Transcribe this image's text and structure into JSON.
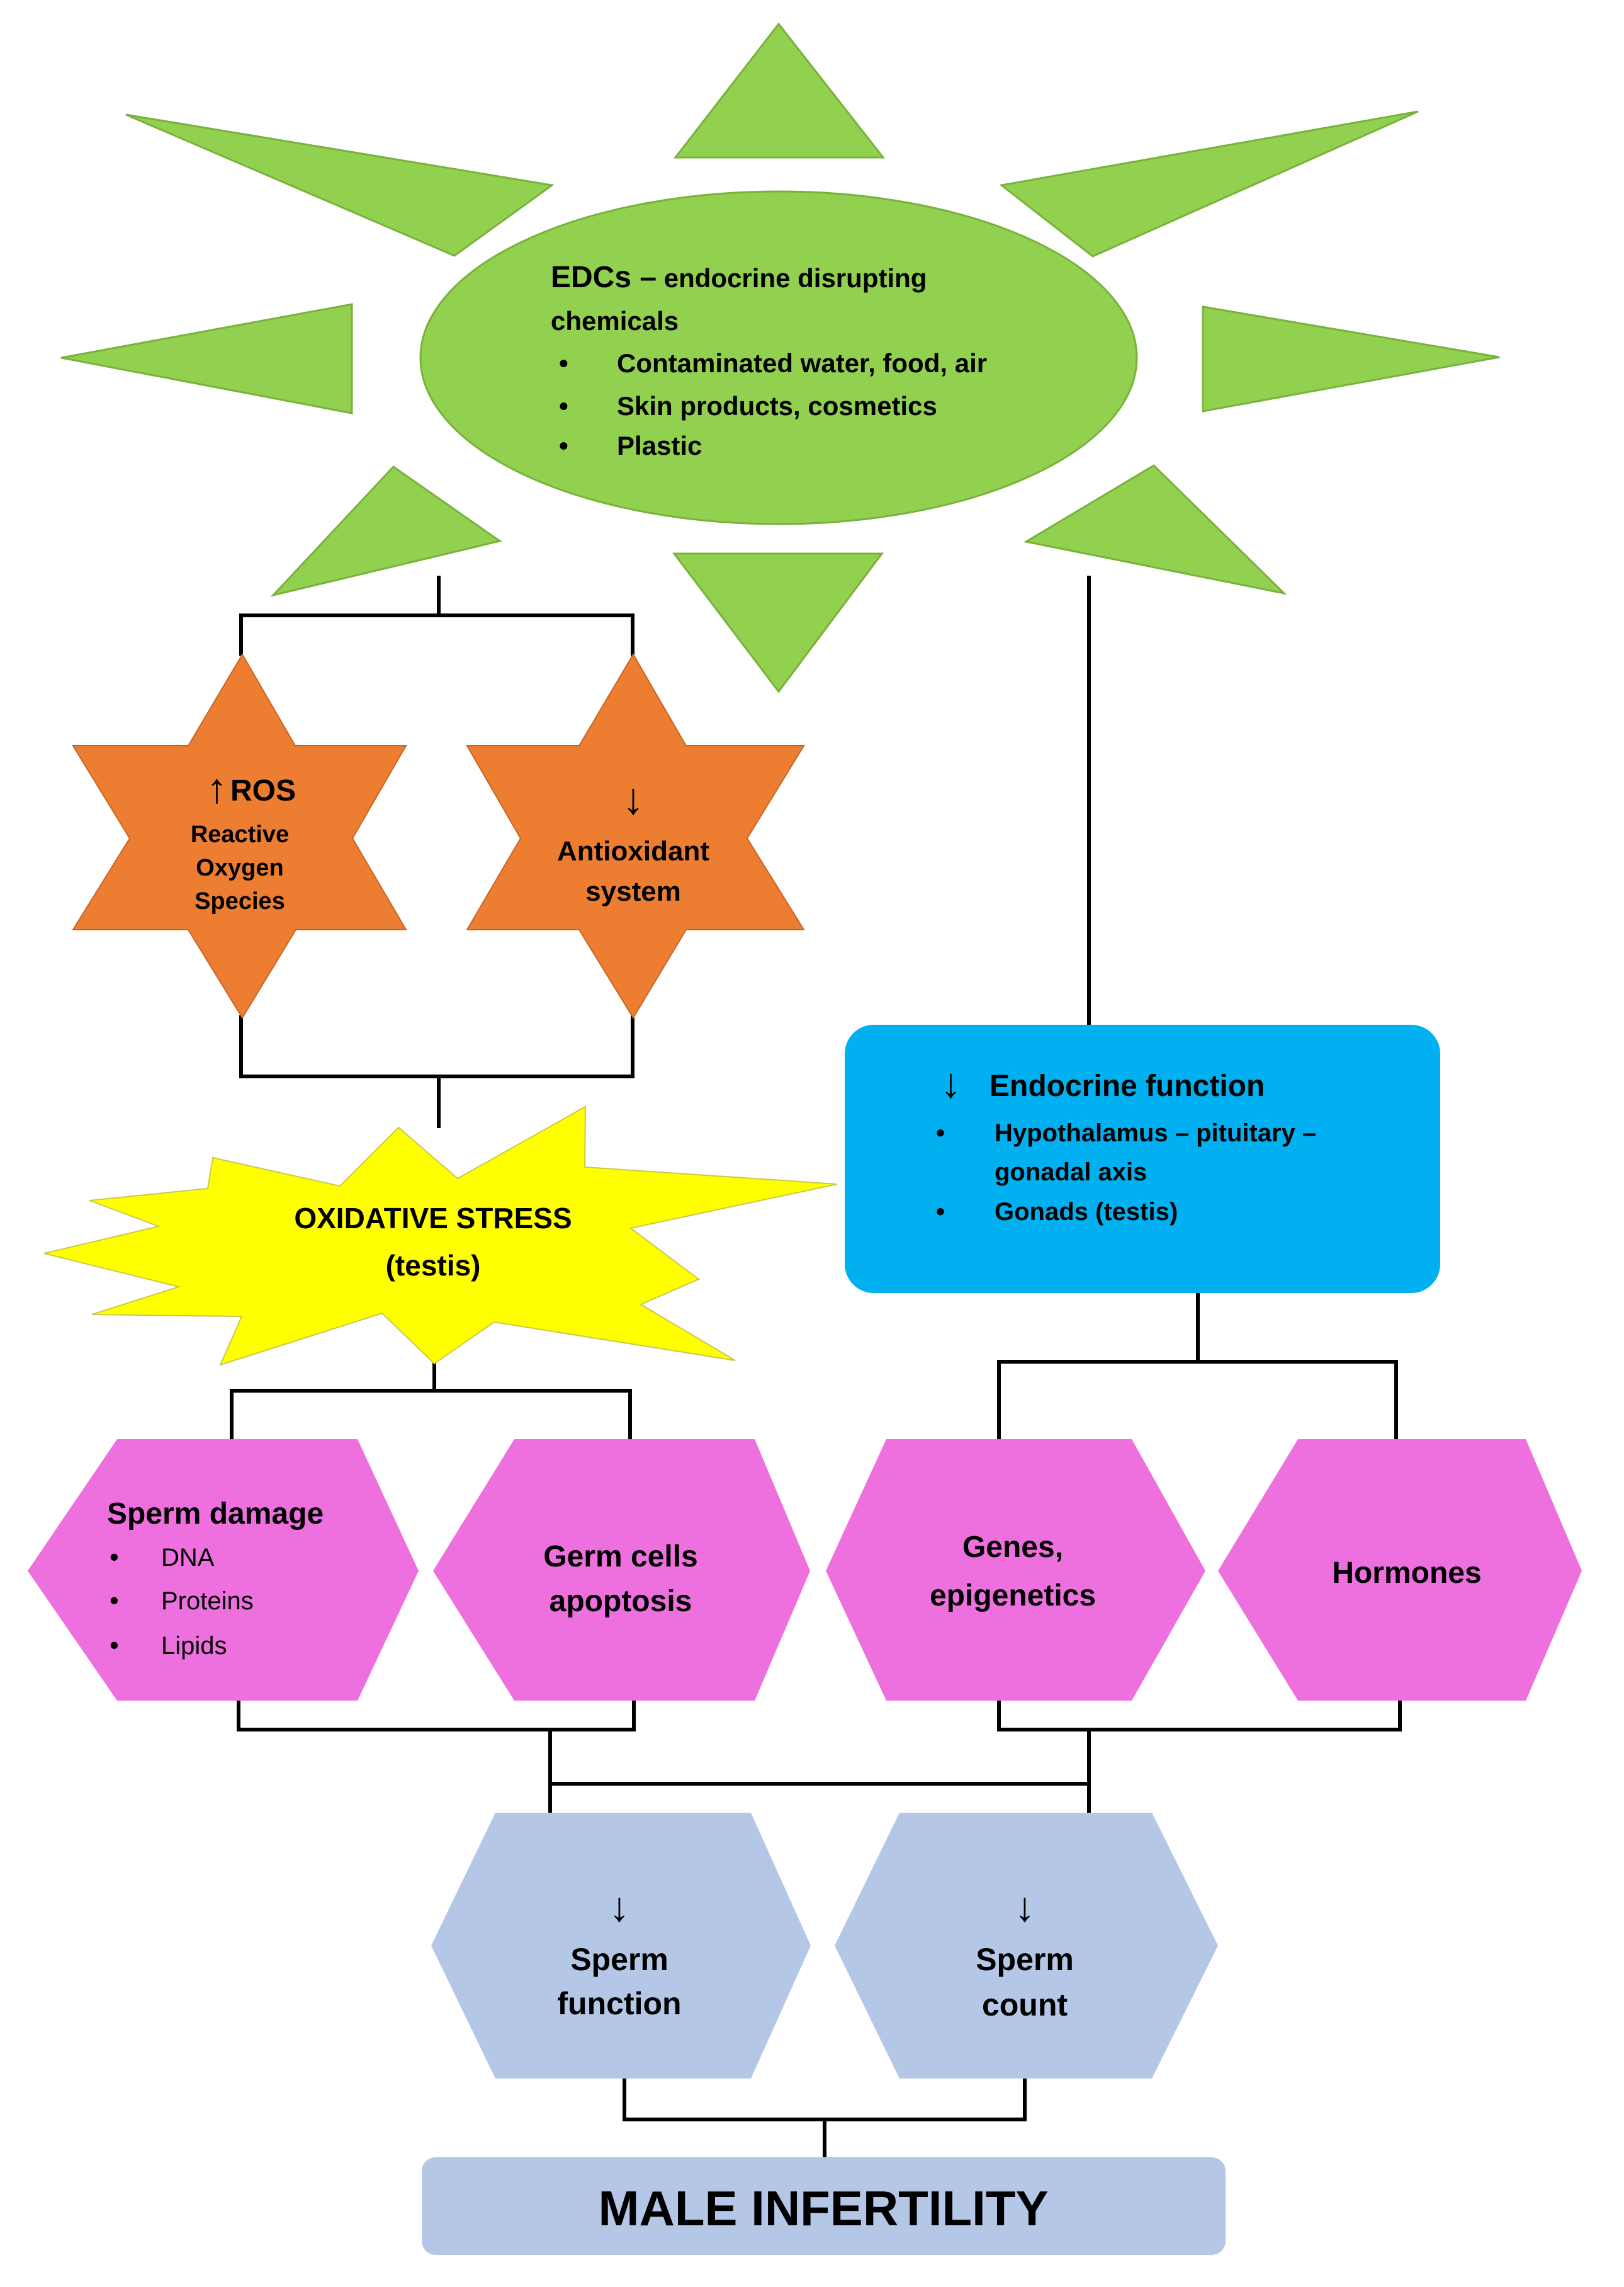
{
  "colors": {
    "sun": "#92d050",
    "sun_stroke": "#78b23a",
    "orange": "#ed7d31",
    "orange_stroke": "#c96522",
    "yellow": "#ffff00",
    "yellow_stroke": "#c9c94a",
    "blue": "#00b0f0",
    "pink": "#ee6fde",
    "light_blue": "#b4c7e7",
    "line": "#000000"
  },
  "edcs": {
    "title": "EDCs –",
    "title_rest": " endocrine disrupting",
    "title_line2": "chemicals",
    "items": [
      "Contaminated water, food, air",
      "Skin products, cosmetics",
      "Plastic"
    ]
  },
  "ros": {
    "arrow": "↑",
    "title": "ROS",
    "lines": [
      "Reactive",
      "Oxygen",
      "Species"
    ]
  },
  "antioxidant": {
    "arrow": "↓",
    "lines": [
      "Antioxidant",
      "system"
    ]
  },
  "oxidative_stress": {
    "lines": [
      "OXIDATIVE STRESS",
      "(testis)"
    ]
  },
  "endocrine": {
    "arrow": "↓",
    "title": "Endocrine function",
    "items": [
      "Hypothalamus – pituitary –",
      "gonadal axis",
      "Gonads (testis)"
    ]
  },
  "sperm_damage": {
    "title": "Sperm damage",
    "items": [
      "DNA",
      "Proteins",
      "Lipids"
    ]
  },
  "germ_cells": {
    "lines": [
      "Germ cells",
      "apoptosis"
    ]
  },
  "genes": {
    "lines": [
      "Genes,",
      "epigenetics"
    ]
  },
  "hormones": {
    "label": "Hormones"
  },
  "sperm_function": {
    "arrow": "↓",
    "lines": [
      "Sperm",
      "function"
    ]
  },
  "sperm_count": {
    "arrow": "↓",
    "lines": [
      "Sperm",
      "count"
    ]
  },
  "male_infertility": {
    "label": "MALE INFERTILITY"
  },
  "bullet": "•"
}
